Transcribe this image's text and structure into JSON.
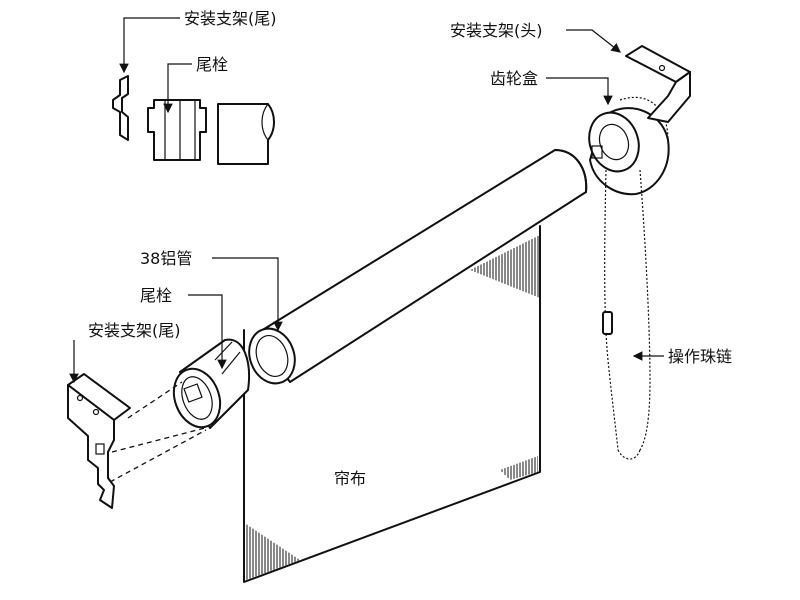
{
  "labels": {
    "bracket_tail_top": "安装支架(尾)",
    "end_plug_top": "尾栓",
    "bracket_head": "安装支架(头)",
    "gear_box": "齿轮盒",
    "tube_38": "38铝管",
    "end_plug": "尾栓",
    "bracket_tail": "安装支架(尾)",
    "bead_chain": "操作珠链",
    "fabric": "帘布"
  },
  "colors": {
    "ink": "#111111",
    "background": "#ffffff"
  }
}
